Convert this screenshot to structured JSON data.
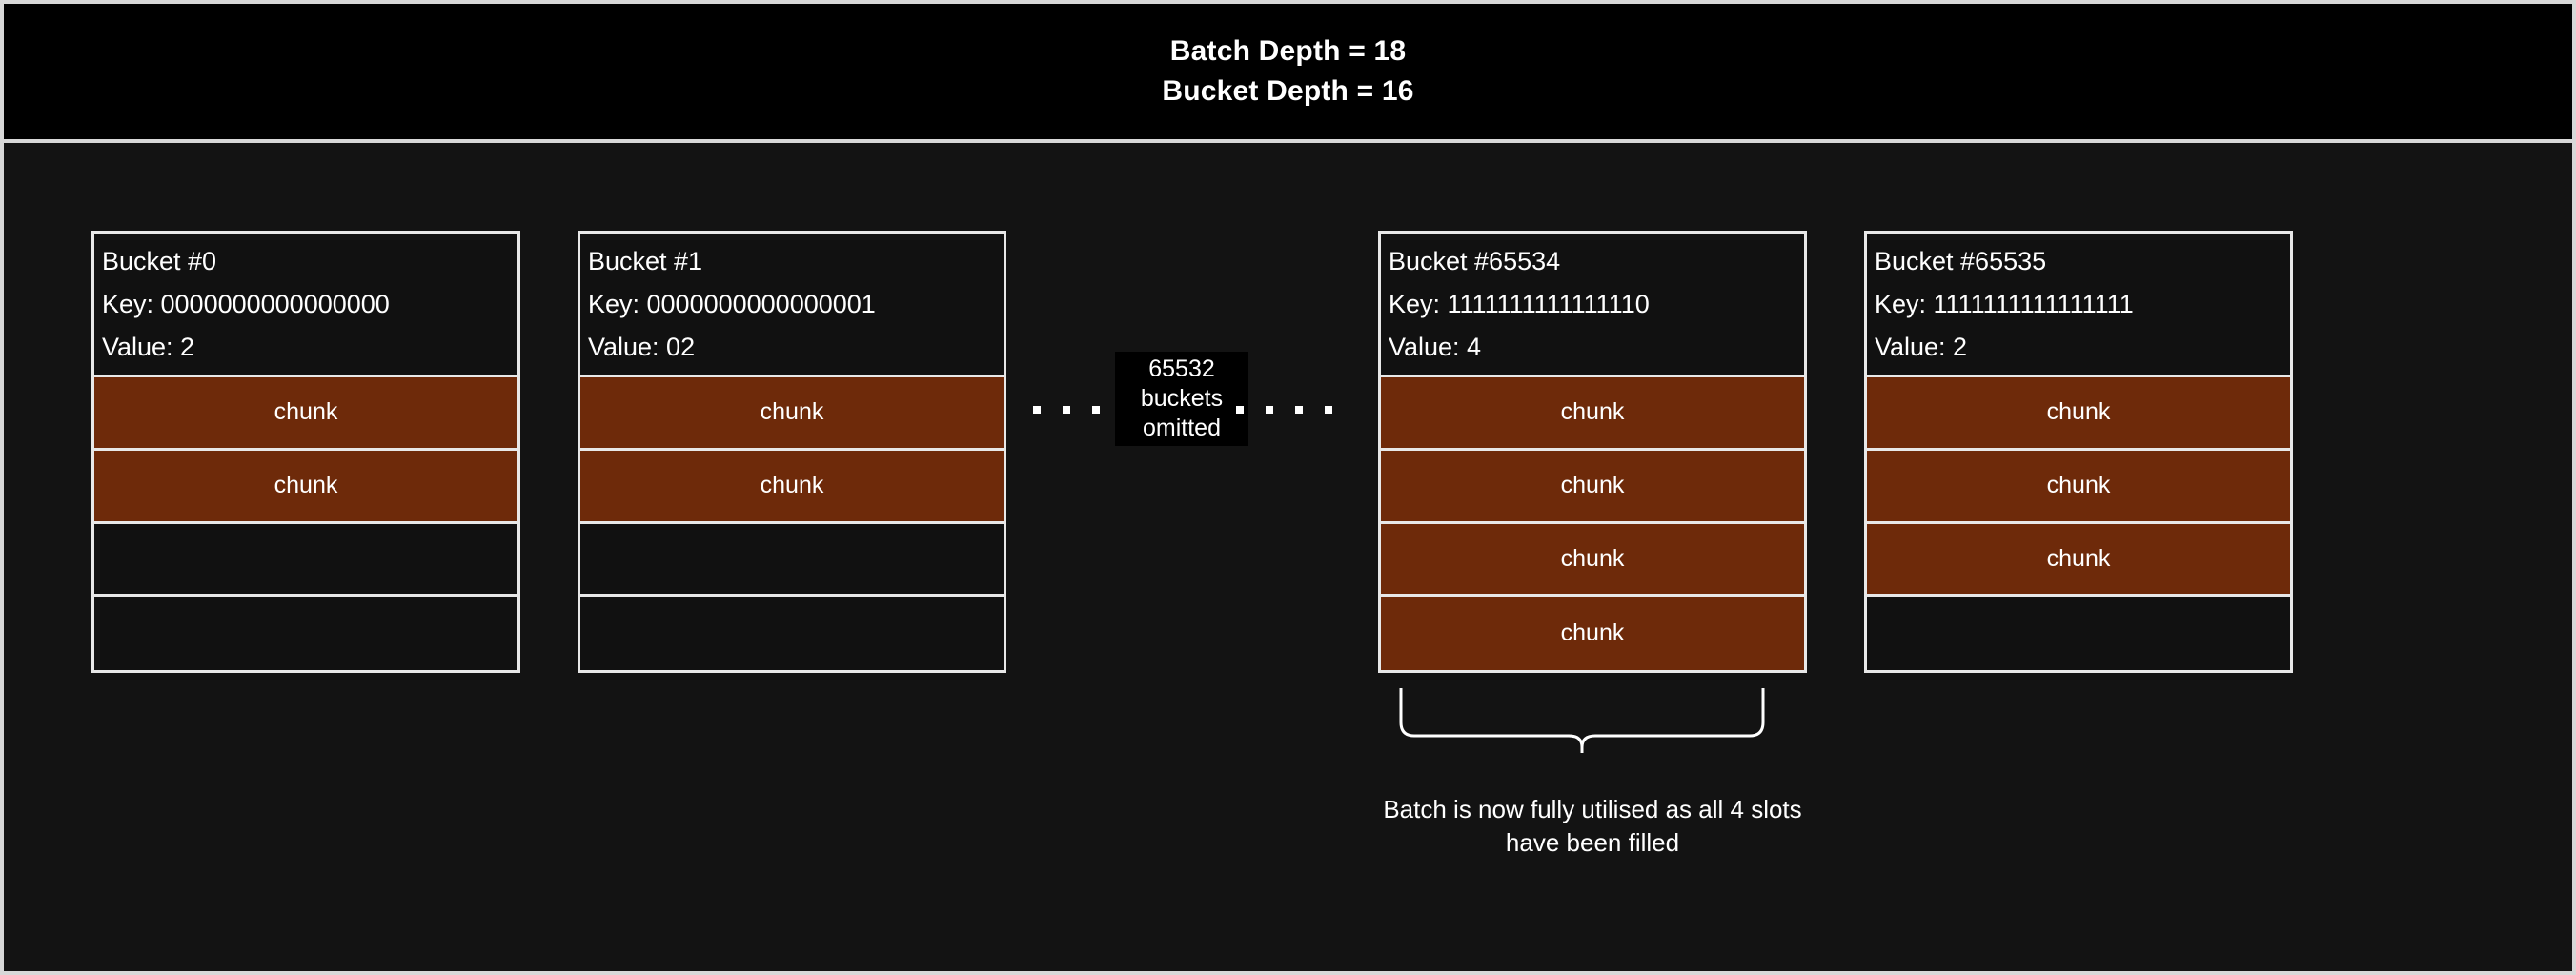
{
  "header": {
    "line1": "Batch Depth = 18",
    "line2": "Bucket Depth = 16"
  },
  "buckets": [
    {
      "title": "Bucket #0",
      "key": "Key: 0000000000000000",
      "value": "Value: 2",
      "slots": [
        "chunk",
        "chunk",
        "",
        ""
      ]
    },
    {
      "title": "Bucket #1",
      "key": "Key: 0000000000000001",
      "value": "Value: 02",
      "slots": [
        "chunk",
        "chunk",
        "",
        ""
      ]
    },
    {
      "title": "Bucket #65534",
      "key": "Key: 1111111111111110",
      "value": "Value: 4",
      "slots": [
        "chunk",
        "chunk",
        "chunk",
        "chunk"
      ]
    },
    {
      "title": "Bucket #65535",
      "key": "Key: 1111111111111111",
      "value": "Value: 2",
      "slots": [
        "chunk",
        "chunk",
        "chunk",
        ""
      ]
    }
  ],
  "omitted": {
    "label": "65532 buckets omitted"
  },
  "caption": {
    "text": "Batch is now fully utilised as all 4 slots have been filled"
  },
  "colors": {
    "background": "#131313",
    "header_band": "#000000",
    "border": "#e8e8e8",
    "chunk_fill": "#6e2a0a",
    "empty_slot": "#111111",
    "text": "#ffffff"
  }
}
